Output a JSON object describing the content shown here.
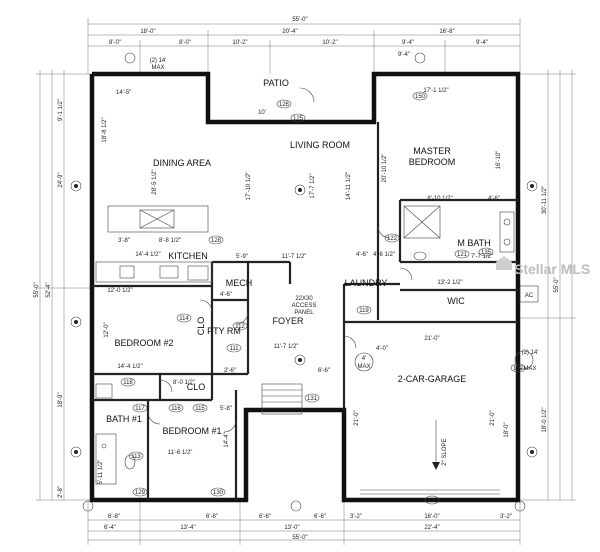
{
  "rooms": {
    "patio": "PATIO",
    "living_room": "LIVING ROOM",
    "dining_area": "DINING AREA",
    "master_bedroom_line1": "MASTER",
    "master_bedroom_line2": "BEDROOM",
    "m_bath": "M BATH",
    "kitchen": "KITCHEN",
    "mech": "MECH",
    "laundry": "LAUNDRY",
    "wic": "WIC",
    "foyer": "FOYER",
    "bedroom_2": "BEDROOM #2",
    "pty_rm": "PTY RM",
    "clo_1": "CLO",
    "clo_2": "CLO",
    "garage": "2-CAR-GARAGE",
    "bath_1": "BATH #1",
    "bedroom_1": "BEDROOM #1",
    "slope": "2\" SLOPE",
    "access_panel_line1": "22X30",
    "access_panel_line2": "ACCESS",
    "access_panel_line3": "PANEL",
    "ac": "AC"
  },
  "dimensions": {
    "top_overall": "55'-0\"",
    "top_a": "18'-0\"",
    "top_b": "20'-4\"",
    "top_c": "16'-8\"",
    "top_d": "8'-0\"",
    "top_e": "10'-2\"",
    "top_f": "9'-4\"",
    "top_g": "8'-0\"",
    "top_h": "10'-2\"",
    "top_i": "9'-4\"",
    "bottom_overall": "55'-0\"",
    "bottom_a": "6'-4\"",
    "bottom_b": "13'-4\"",
    "bottom_c": "13'-0\"",
    "bottom_d": "22'-4\"",
    "bottom_e": "6'-8\"",
    "bottom_f": "6'-8\"",
    "bottom_g": "6'-6\"",
    "bottom_h": "6'-6\"",
    "bottom_i": "3'-2\"",
    "bottom_j": "16'-0\"",
    "bottom_k": "3'-2\"",
    "left_overall": "55'-0\"",
    "left_a": "24'-9\"",
    "left_b": "52'-4\"",
    "left_c": "18'-9\"",
    "left_d": "2'-8\"",
    "left_e": "9'-1 1/2\"",
    "right_overall": "55'-0\"",
    "right_a": "30'-11 1/2\"",
    "right_b": "18'-0 1/2\"",
    "patio_dim": "14'-5\"",
    "dining_w": "18'-8 1/2\"",
    "dining_h": "28'-5 1/2\"",
    "living_a": "17'-10 1/2\"",
    "living_b": "17'-7 1/2\"",
    "living_c": "14'-11 1/2\"",
    "master_w": "17'-1 1/2\"",
    "master_h": "20'-10 1/2\"",
    "master_side": "16'-10\"",
    "master_bath_a": "8'-10 1/2\"",
    "master_bath_b": "4'-6\"",
    "master_bath_c": "13'-2 1/2\"",
    "mbath_w": "7'-7 1/2\"",
    "kitchen_a": "14'-4 1/2\"",
    "kitchen_b": "3'-8\"",
    "kitchen_c": "8'-8 1/2\"",
    "kitchen_d": "5'-9\"",
    "foyer_a": "11'-7 1/2\"",
    "foyer_b": "11'-7 1/2\"",
    "laundry_a": "4'-6\"",
    "laundry_b": "4'-6 1/2\"",
    "bed2_a": "12'-0 1/2\"",
    "bed2_b": "14'-4 1/2\"",
    "bed2_c": "12'-0\"",
    "bed1_a": "11'-6 1/2\"",
    "bed1_b": "14'-4\"",
    "garage_w": "21'-0\"",
    "garage_h1": "21'-0\"",
    "garage_h2": "21'-0\"",
    "garage_h3": "18'-0\"",
    "garage_top": "4'-0\"",
    "clo_a": "8'-0 1/2\"",
    "bath_a": "5'-11 1/2\"",
    "max_a": "(2) 14'",
    "max_b": "MAX",
    "max_c": "(2) 14'",
    "max_d": "MAX",
    "max_e": "4'",
    "max_f": "MAX",
    "dim_short_a": "4'-6\"",
    "dim_short_b": "2'-6\"",
    "dim_short_c": "5'-8\"",
    "dim_short_d": "6'-6\"",
    "dim_short_e": "10'",
    "dim_short_f": "9'-4\""
  },
  "tags": {
    "t114": "114",
    "t112": "112",
    "t111": "111",
    "t118": "118",
    "t116": "116",
    "t115": "115",
    "t117": "117",
    "t119": "119",
    "t120": "120",
    "t121": "121",
    "t122": "122",
    "t125": "125",
    "t126": "126",
    "t128": "128",
    "t129": "129",
    "t130": "130",
    "t131": "131",
    "t113": "113",
    "t132": "132",
    "t135": "135",
    "t150": "150"
  },
  "watermark": "Stellar MLS"
}
